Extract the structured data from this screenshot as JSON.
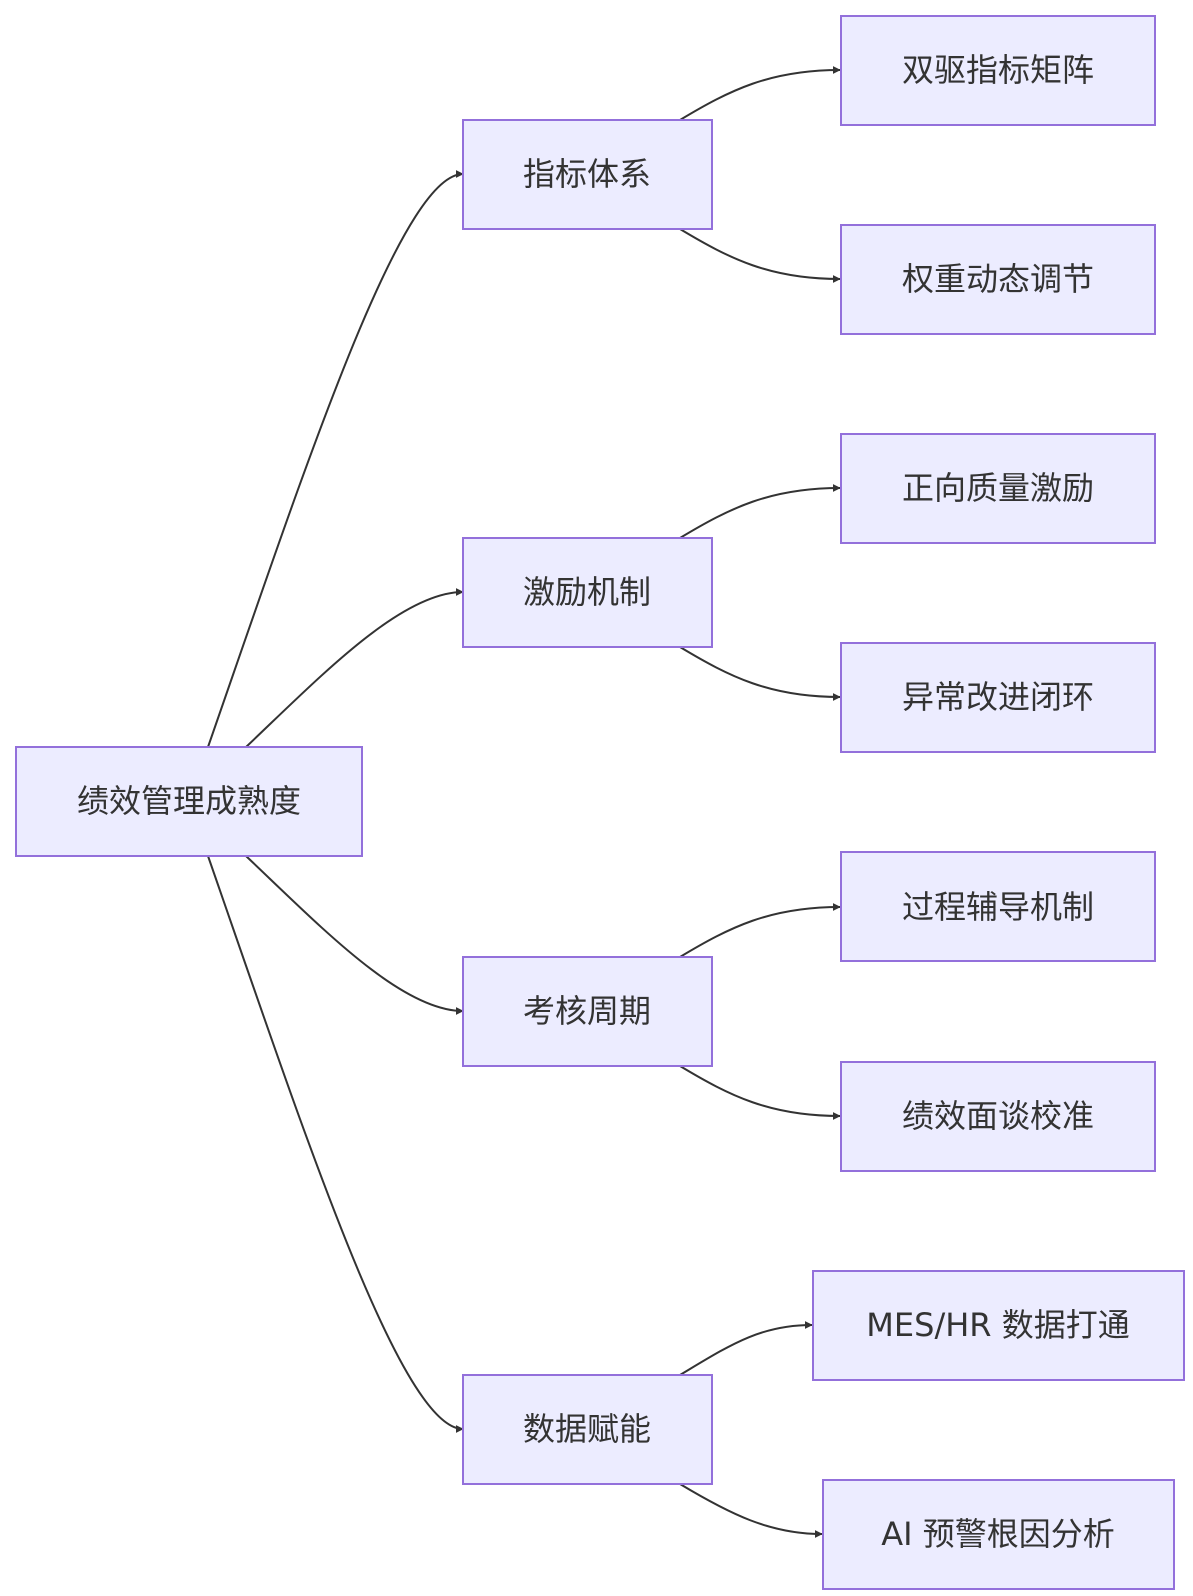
{
  "diagram": {
    "root": {
      "label": "绩效管理成熟度"
    },
    "branches": [
      {
        "label": "指标体系",
        "children": [
          {
            "label": "双驱指标矩阵"
          },
          {
            "label": "权重动态调节"
          }
        ]
      },
      {
        "label": "激励机制",
        "children": [
          {
            "label": "正向质量激励"
          },
          {
            "label": "异常改进闭环"
          }
        ]
      },
      {
        "label": "考核周期",
        "children": [
          {
            "label": "过程辅导机制"
          },
          {
            "label": "绩效面谈校准"
          }
        ]
      },
      {
        "label": "数据赋能",
        "children": [
          {
            "label": "MES/HR 数据打通"
          },
          {
            "label": "AI 预警根因分析"
          }
        ]
      }
    ],
    "colors": {
      "node_fill": "#ECECFF",
      "node_stroke": "#9370DB",
      "edge": "#333333",
      "text": "#333333"
    }
  }
}
